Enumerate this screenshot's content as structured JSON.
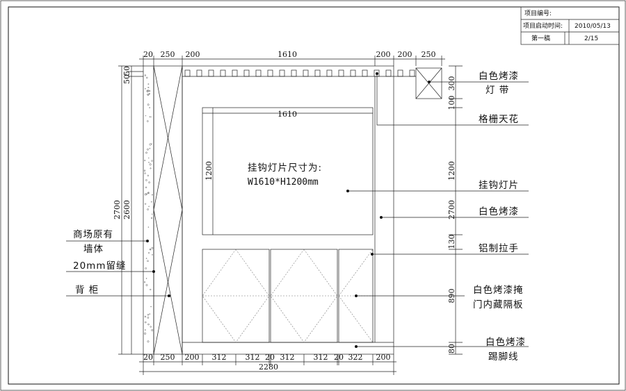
{
  "title_block": {
    "project_no_label": "项目编号:",
    "start_time_label": "项目启动时间:",
    "start_date": "2010/05/13",
    "draft_label": "第一稿",
    "sheet_no": "2/15"
  },
  "top_dims": [
    "20",
    "250",
    "200",
    "1610",
    "200",
    "200",
    "250"
  ],
  "bottom_dims": [
    "20",
    "250",
    "200",
    "312",
    "312",
    "20",
    "312",
    "312",
    "20",
    "322",
    "200"
  ],
  "bottom_total": "2280",
  "inner_dim": "1610",
  "inner_height_dim": "1200",
  "left_dims": {
    "a": "50",
    "b": "50",
    "total_outer": "2700",
    "total_inner": "2600"
  },
  "right_dims": [
    "300",
    "100",
    "1200",
    "2700",
    "130",
    "890",
    "80"
  ],
  "panel_note": {
    "line1": "挂钩灯片尺寸为:",
    "line2": "W1610*H1200mm"
  },
  "labels_right": [
    {
      "line1": "白色烤漆",
      "line2": "灯  带"
    },
    {
      "line1": "格栅天花",
      "line2": ""
    },
    {
      "line1": "挂钩灯片",
      "line2": ""
    },
    {
      "line1": "白色烤漆",
      "line2": ""
    },
    {
      "line1": "铝制拉手",
      "line2": ""
    },
    {
      "line1": "白色烤漆掩",
      "line2": "门内藏隔板"
    },
    {
      "line1": "白色烤漆",
      "line2": "踢脚线"
    }
  ],
  "labels_left": [
    {
      "line1": "商场原有",
      "line2": "墙体"
    },
    {
      "line1": "20mm留缝",
      "line2": ""
    },
    {
      "line1": "背  柜",
      "line2": ""
    }
  ]
}
